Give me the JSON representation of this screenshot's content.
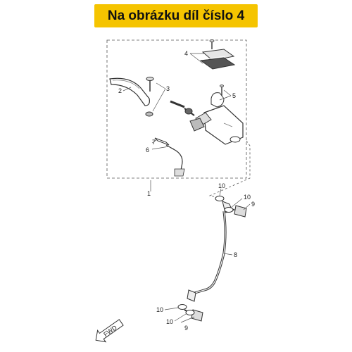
{
  "banner": {
    "text": "Na obrázku díl číslo 4",
    "color": "#f5c400"
  },
  "diagram": {
    "callouts": {
      "c1": "1",
      "c2": "2",
      "c3": "3",
      "c4": "4",
      "c5": "5",
      "c6": "6",
      "c7": "7",
      "c8": "8",
      "c9a": "9",
      "c9b": "9",
      "c10a": "10",
      "c10b": "10",
      "c10c": "10",
      "c10d": "10"
    },
    "fwd_label": "FWD"
  }
}
